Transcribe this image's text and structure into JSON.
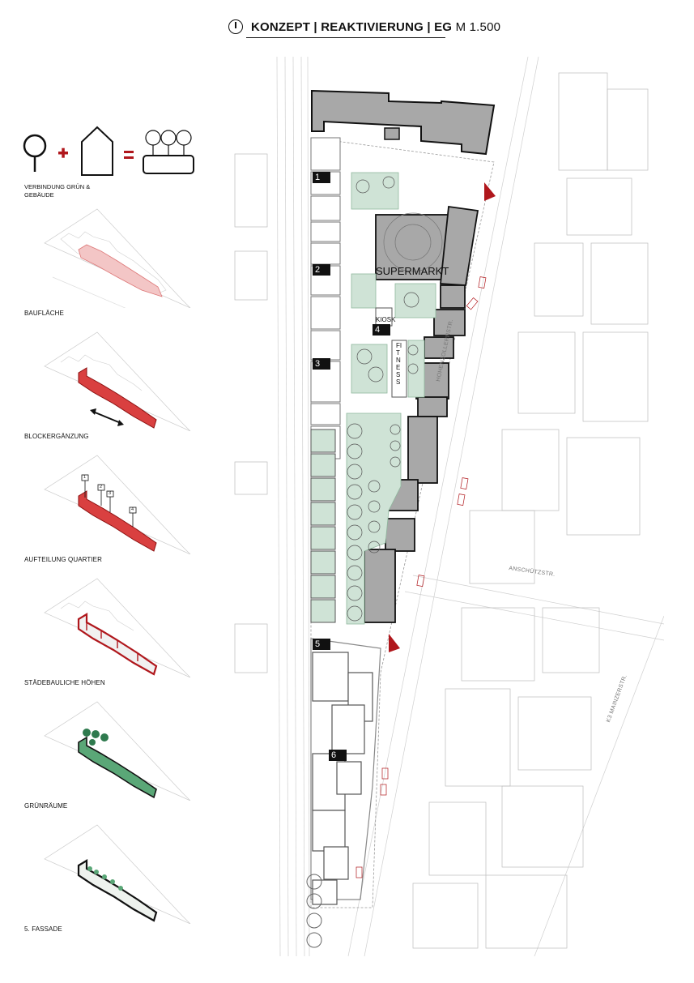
{
  "title": {
    "main": "KONZEPT | REAKTIVIERUNG | EG",
    "scale": "M 1.500"
  },
  "legend": {
    "caption": "VERBINDUNG GRÜN & GEBÄUDE",
    "plus": "+",
    "equals": "="
  },
  "steps": [
    {
      "caption": "BAUFLÄCHE"
    },
    {
      "caption": "BLOCKERGÄNZUNG"
    },
    {
      "caption": "AUFTEILUNG QUARTIER",
      "markers": [
        "1",
        "2",
        "3",
        "4"
      ]
    },
    {
      "caption": "STÄDEBAULICHE HÖHEN"
    },
    {
      "caption": "GRÜNRÄUME"
    },
    {
      "caption": "5. FASSADE"
    }
  ],
  "plan": {
    "labels": {
      "supermarkt": "SUPERMARKT",
      "kiosk": "KIOSK",
      "fitness": "FITNESS"
    },
    "numbers": [
      "1",
      "2",
      "3",
      "4",
      "5",
      "6"
    ],
    "streets": {
      "hohenzollern": "HOHENZOLLERNSTR.",
      "anschuetz": "ANSCHÜTZSTR.",
      "mainzer": "K3 MAINZERSTR."
    }
  },
  "colors": {
    "accent_red": "#b0171c",
    "building_grey": "#a8a8a8",
    "green": "#cfe3d6",
    "green_dark": "#2f7a4e"
  }
}
